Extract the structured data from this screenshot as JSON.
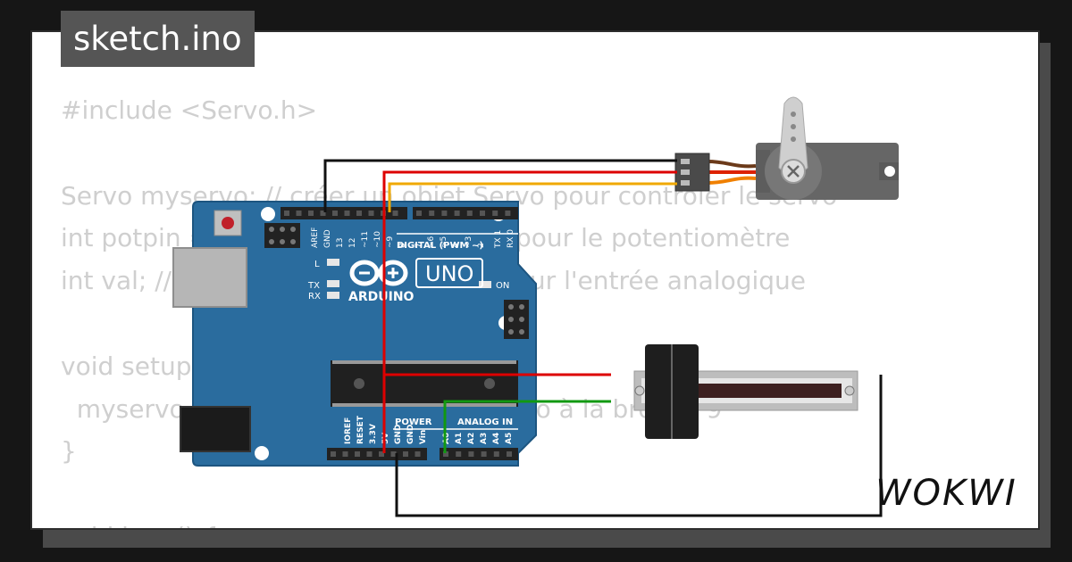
{
  "project": {
    "filename": "sketch.ino"
  },
  "code_lines": [
    "#include <Servo.h>",
    "",
    "Servo myservo; // créer un objet Servo pour contrôler le servo",
    "int potpin = 0; // broche analogique pour le potentiomètre",
    "int val; // variable pour la valeur lue sur l'entrée analogique",
    "",
    "void setup() {",
    "  myservo.attach(9); // attache le servo à la broche 9",
    "}",
    "",
    "void loop() {"
  ],
  "board": {
    "brand": "ARDUINO",
    "model": "UNO",
    "header_digital": "DIGITAL (PWM ~)",
    "header_power": "POWER",
    "header_analog": "ANALOG IN",
    "digital_pins": [
      "AREF",
      "GND",
      "13",
      "12",
      "~11",
      "~10",
      "~9",
      "8",
      "7",
      "~6",
      "~5",
      "4",
      "~3",
      "2",
      "TX 1",
      "RX 0"
    ],
    "power_pins": [
      "IOREF",
      "RESET",
      "3.3V",
      "5V",
      "GND",
      "GND",
      "Vin"
    ],
    "analog_pins": [
      "A0",
      "A1",
      "A2",
      "A3",
      "A4",
      "A5"
    ],
    "led_l": "L",
    "led_tx": "TX",
    "led_rx": "RX",
    "led_on": "ON"
  },
  "branding": {
    "logo": "WOKWI"
  },
  "colors": {
    "board": "#2a6c9e",
    "wire_gnd": "#111111",
    "wire_vcc": "#dd0000",
    "wire_signal": "#f0a800",
    "wire_pot_signal": "#119911",
    "servo_body": "#666666"
  }
}
